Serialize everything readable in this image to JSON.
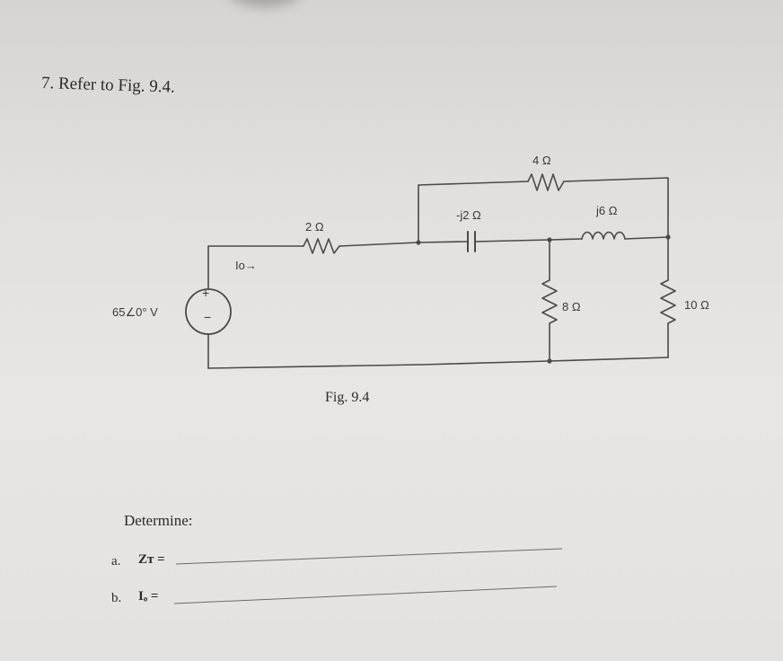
{
  "question": {
    "title": "7. Refer to Fig. 9.4."
  },
  "circuit": {
    "source_label": "65∠0° V",
    "source_plus": "+",
    "source_minus": "−",
    "current_label": "Io→",
    "r2_label": "2 Ω",
    "r4_label": "4 Ω",
    "cap_label": "-j2 Ω",
    "ind_label": "j6 Ω",
    "r8_label": "8 Ω",
    "r10_label": "10 Ω"
  },
  "figure": {
    "caption": "Fig. 9.4"
  },
  "prompt": {
    "determine": "Determine:",
    "items": [
      {
        "letter": "a.",
        "label": "Zт ="
      },
      {
        "letter": "b.",
        "label": "Iₒ ="
      }
    ]
  }
}
